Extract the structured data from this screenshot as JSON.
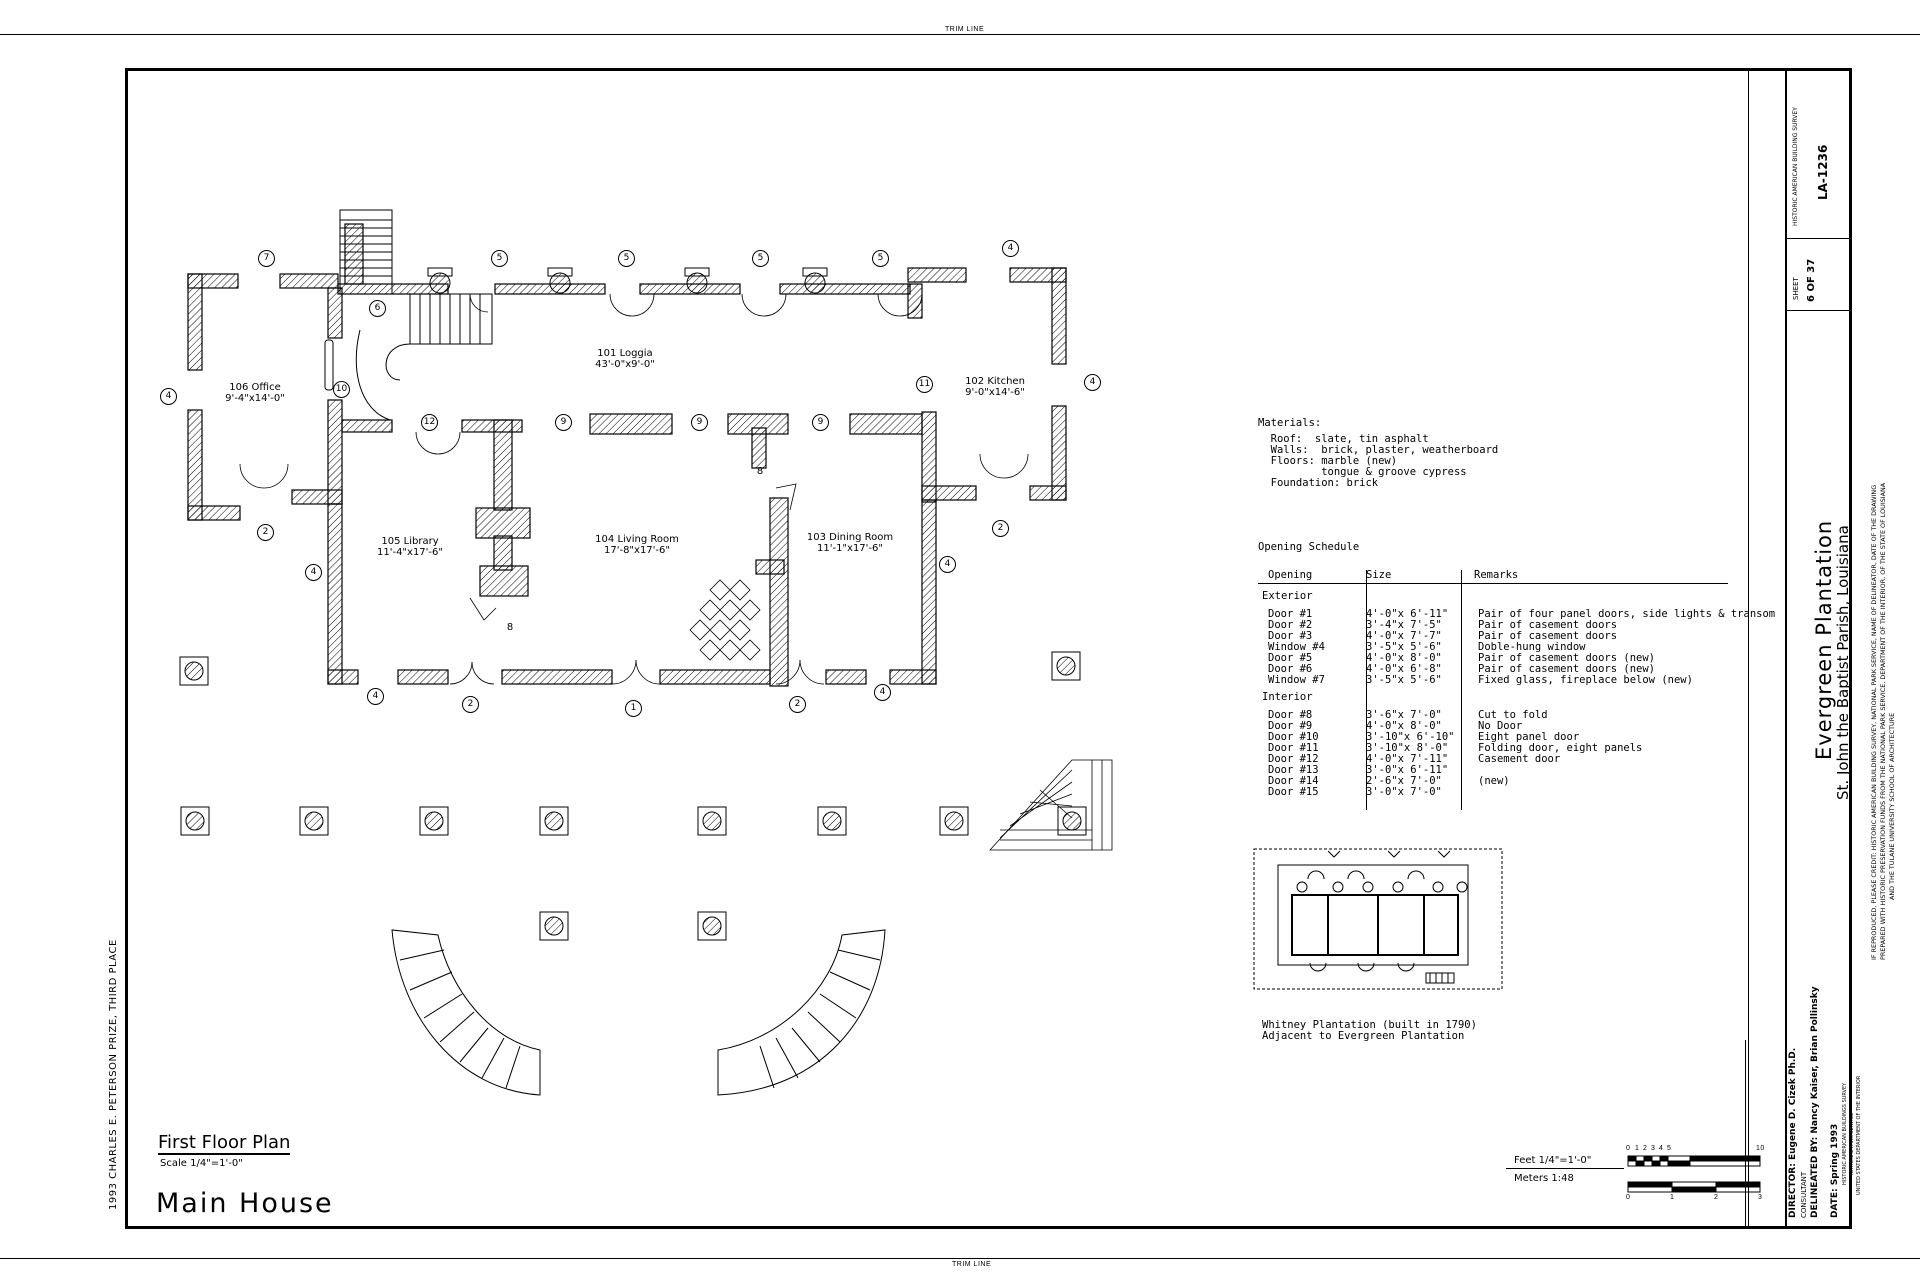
{
  "trim_line": "TRIM LINE",
  "side_note": "1993 CHARLES E. PETERSON PRIZE, THIRD PLACE",
  "plan": {
    "title": "First Floor Plan",
    "scale": "Scale 1/4\"=1'-0\"",
    "building": "Main House",
    "rooms": [
      {
        "name": "101 Loggia",
        "size": "43'-0\"x9'-0\""
      },
      {
        "name": "102 Kitchen",
        "size": "9'-0\"x14'-6\""
      },
      {
        "name": "103 Dining Room",
        "size": "11'-1\"x17'-6\""
      },
      {
        "name": "104 Living Room",
        "size": "17'-8\"x17'-6\""
      },
      {
        "name": "105 Library",
        "size": "11'-4\"x17'-6\""
      },
      {
        "name": "106 Office",
        "size": "9'-4\"x14'-0\""
      }
    ],
    "callouts": [
      "7",
      "5",
      "5",
      "5",
      "5",
      "4",
      "6",
      "4",
      "10",
      "4",
      "11",
      "12",
      "9",
      "9",
      "9",
      "8",
      "2",
      "2",
      "4",
      "4",
      "8",
      "4",
      "2",
      "1",
      "2",
      "4"
    ]
  },
  "materials": {
    "heading": "Materials:",
    "lines": [
      "  Roof:  slate, tin asphalt",
      "  Walls:  brick, plaster, weatherboard",
      "  Floors: marble (new)",
      "          tongue & groove cypress",
      "  Foundation: brick"
    ]
  },
  "schedule": {
    "heading": "Opening Schedule",
    "columns": [
      "Opening",
      "Size",
      "Remarks"
    ],
    "exterior_label": "Exterior",
    "exterior": [
      [
        "Door #1",
        "4'-0\"x 6'-11\"",
        "Pair of four panel doors, side lights & transom"
      ],
      [
        "Door #2",
        "3'-4\"x 7'-5\"",
        "Pair of casement doors"
      ],
      [
        "Door #3",
        "4'-0\"x 7'-7\"",
        "Pair of casement doors"
      ],
      [
        "Window #4",
        "3'-5\"x 5'-6\"",
        "Doble-hung window"
      ],
      [
        "Door #5",
        "4'-0\"x 8'-0\"",
        "Pair of casement doors (new)"
      ],
      [
        "Door #6",
        "4'-0\"x 6'-8\"",
        "Pair of casement doors (new)"
      ],
      [
        "Window #7",
        "3'-5\"x 5'-6\"",
        "Fixed glass, fireplace below (new)"
      ]
    ],
    "interior_label": "Interior",
    "interior": [
      [
        "Door #8",
        "3'-6\"x 7'-0\"",
        "Cut to fold"
      ],
      [
        "Door #9",
        "4'-0\"x 8'-0\"",
        "No Door"
      ],
      [
        "Door #10",
        "3'-10\"x 6'-10\"",
        "Eight panel door"
      ],
      [
        "Door #11",
        "3'-10\"x 8'-0\"",
        "Folding door, eight panels"
      ],
      [
        "Door #12",
        "4'-0\"x 7'-11\"",
        "Casement door"
      ],
      [
        "Door #13",
        "3'-0\"x 6'-11\"",
        ""
      ],
      [
        "Door #14",
        "2'-6\"x 7'-0\"",
        "(new)"
      ],
      [
        "Door #15",
        "3'-0\"x 7'-0\"",
        ""
      ]
    ]
  },
  "inset": {
    "caption1": "Whitney Plantation (built in 1790)",
    "caption2": "Adjacent to Evergreen Plantation"
  },
  "scale_bar": {
    "feet": "Feet 1/4\"=1'-0\"",
    "meters": "Meters 1:48",
    "feet_ticks": [
      "0",
      "1",
      "2",
      "3",
      "4",
      "5",
      "10"
    ],
    "meter_ticks": [
      "0",
      "1",
      "2",
      "3"
    ]
  },
  "credits": {
    "director": "DIRECTOR: Eugene D. Cizek Ph.D.",
    "consultant": "CONSULTANT",
    "delineated": "DELINEATED BY: Nancy Kaiser, Brian Pollinsky",
    "date": "DATE: Spring 1993",
    "haer": "HISTORIC AMERICAN BUILDINGS SURVEY",
    "nps": "NATIONAL PARK SERVICE",
    "doi": "UNITED STATES DEPARTMENT OF THE INTERIOR"
  },
  "title_block": {
    "project": "Evergreen Plantation",
    "location": "St. John the Baptist Parish, Louisiana",
    "credit1": "IF REPRODUCED, PLEASE CREDIT: HISTORIC AMERICAN BUILDING SURVEY, NATIONAL PARK SERVICE, NAME OF DELINEATOR, DATE OF THE DRAWING",
    "credit2": "PREPARED WITH HISTORIC PRESERVATION FUNDS FROM THE NATIONAL PARK SERVICE, DEPARTMENT OF THE INTERIOR, OF THE STATE OF LOUISIANA",
    "credit3": "AND THE TULANE UNIVERSITY SCHOOL OF ARCHITECTURE",
    "sheet_label": "SHEET",
    "sheet_num": "6 OF 37",
    "survey": "HISTORIC AMERICAN BUILDING SURVEY",
    "survey_no": "LA-1236"
  }
}
